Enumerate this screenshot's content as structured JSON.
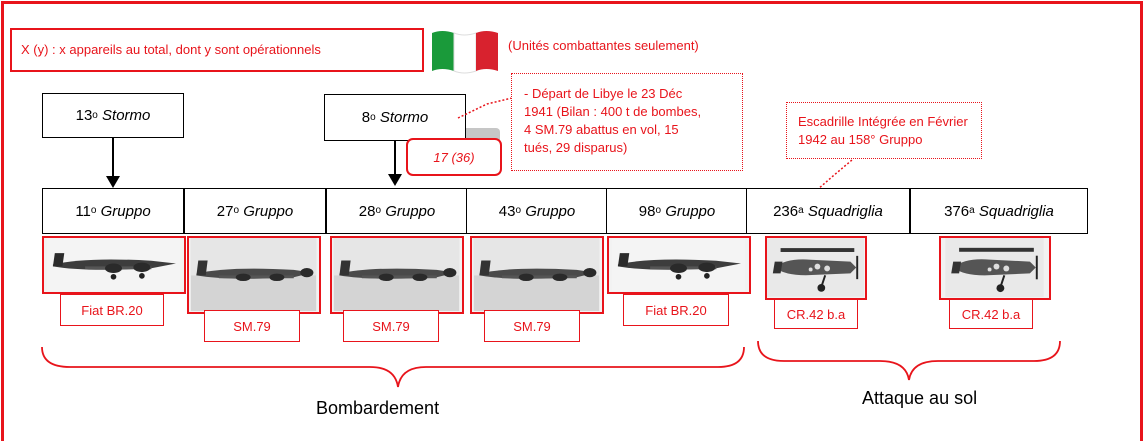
{
  "legend": "X (y) : x appareils au total, dont y sont opérationnels",
  "note": "(Unités combattantes seulement)",
  "flag_colors": [
    "#1a9a3a",
    "#ffffff",
    "#d8222e"
  ],
  "accent": "#e8141b",
  "stormi": [
    {
      "num": "13",
      "suffix": "o",
      "name": "Stormo"
    },
    {
      "num": "8",
      "suffix": "o",
      "name": "Stormo"
    }
  ],
  "stormo_ratio": "17 (36)",
  "callout_depart": {
    "lines": [
      "- Départ de Libye le 23 Déc",
      "1941 (Bilan : 400 t de bombes,",
      "4 SM.79 abattus en vol, 15",
      "tués, 29 disparus)"
    ]
  },
  "callout_escadrille": {
    "lines": [
      "Escadrille Intégrée en Février",
      "1942 au 158° Gruppo"
    ]
  },
  "units": [
    {
      "num": "11",
      "suffix": "o",
      "name": "Gruppo",
      "aircraft": "Fiat BR.20",
      "kind": "br20"
    },
    {
      "num": "27",
      "suffix": "o",
      "name": "Gruppo",
      "aircraft": "SM.79",
      "kind": "sm79"
    },
    {
      "num": "28",
      "suffix": "o",
      "name": "Gruppo",
      "aircraft": "SM.79",
      "kind": "sm79"
    },
    {
      "num": "43",
      "suffix": "o",
      "name": "Gruppo",
      "aircraft": "SM.79",
      "kind": "sm79"
    },
    {
      "num": "98",
      "suffix": "o",
      "name": "Gruppo",
      "aircraft": "Fiat BR.20",
      "kind": "br20"
    },
    {
      "num": "236",
      "suffix": "a",
      "name": "Squadriglia",
      "aircraft": "CR.42 b.a",
      "kind": "cr42"
    },
    {
      "num": "376",
      "suffix": "a",
      "name": "Squadriglia",
      "aircraft": "CR.42 b.a",
      "kind": "cr42"
    }
  ],
  "groups": {
    "bombardement": "Bombardement",
    "attaque": "Attaque au sol"
  }
}
